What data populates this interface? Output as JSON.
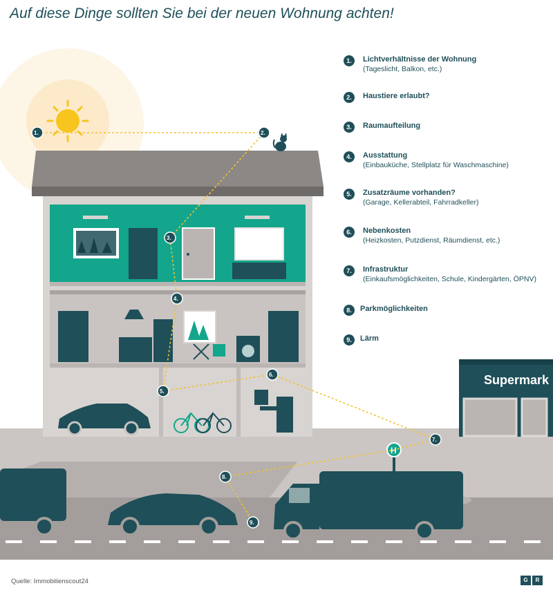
{
  "title": "Auf diese Dinge sollten Sie bei der neuen Wohnung achten!",
  "legend": [
    {
      "num": "1.",
      "title": "Lichtverhältnisse der Wohnung",
      "sub": "(Tageslicht, Balkon, etc.)"
    },
    {
      "num": "2.",
      "title": "Haustiere erlaubt?",
      "sub": ""
    },
    {
      "num": "3.",
      "title": "Raumaufteilung",
      "sub": ""
    },
    {
      "num": "4.",
      "title": "Ausstattung",
      "sub": "(Einbauküche, Stellplatz für Waschmaschine)"
    },
    {
      "num": "5.",
      "title": "Zusatzräume vorhanden?",
      "sub": "(Garage, Kellerabteil, Fahrradkeller)"
    },
    {
      "num": "6.",
      "title": "Nebenkosten",
      "sub": "(Heizkosten, Putzdienst, Räumdienst, etc.)"
    },
    {
      "num": "7.",
      "title": "Infrastruktur",
      "sub": "(Einkaufsmöglichkeiten, Schule, Kindergärten, ÖPNV)"
    },
    {
      "num": "8.",
      "title": "Parkmöglichkeiten",
      "sub": ""
    },
    {
      "num": "9.",
      "title": "Lärm",
      "sub": ""
    }
  ],
  "scene": {
    "supermarket_label": "Supermark",
    "bus_stop_label": "H",
    "markers": [
      "1.",
      "2.",
      "3.",
      "4.",
      "5.",
      "6.",
      "7.",
      "8.",
      "9."
    ]
  },
  "source": "Quelle: Immobilienscout24",
  "logo": [
    "G",
    "R"
  ],
  "colors": {
    "teal_dark": "#1f4f59",
    "teal_bright": "#13a68c",
    "gray_roof": "#8c8885",
    "gray_wall": "#c9c4c1",
    "road": "#a8a3a0",
    "sun": "#f7c51e",
    "dotted_line": "#f2c230"
  }
}
